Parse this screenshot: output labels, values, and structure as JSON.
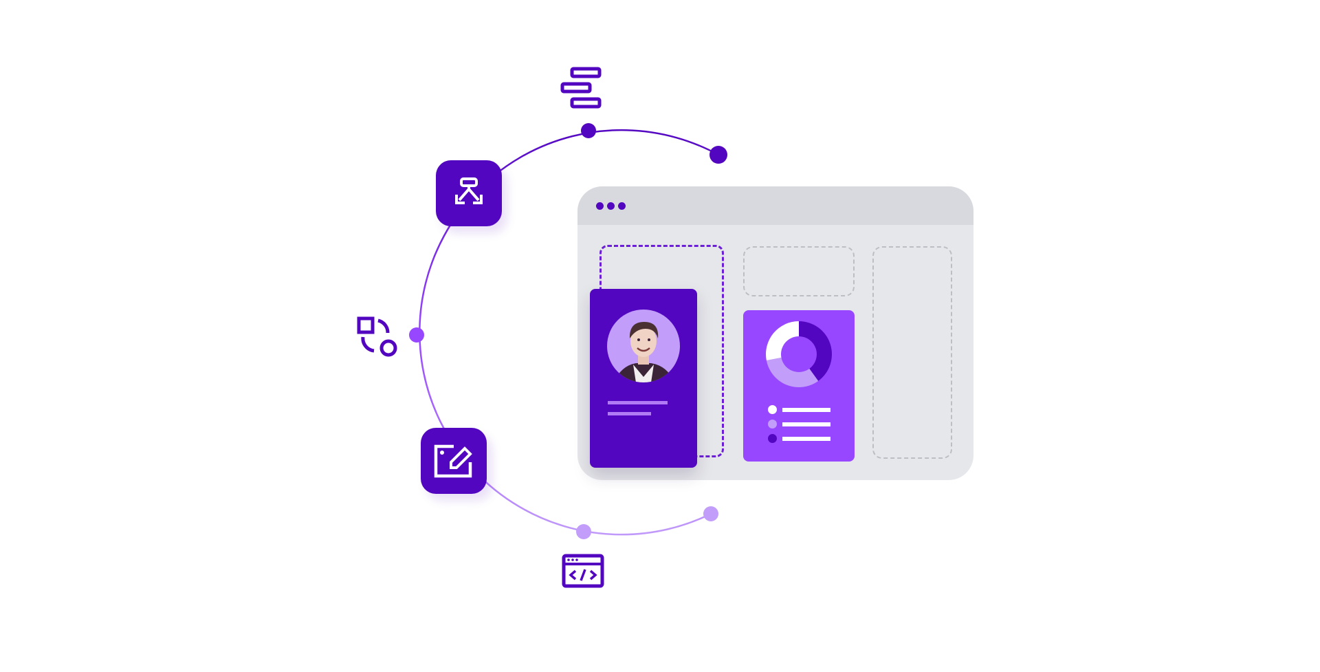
{
  "colors": {
    "dark_purple": "#5206BF",
    "mid_purple": "#9747FF",
    "light_purple": "#C29DFA",
    "window_body": "#E6E7EA",
    "window_titlebar": "#D8D9DE",
    "dashed_gray": "#BDBDC4",
    "white": "#FFFFFF"
  },
  "arc_nodes": [
    {
      "name": "hierarchy-node",
      "icon": "hierarchy-icon",
      "style": "filled-box"
    },
    {
      "name": "bars-node",
      "icon": "align-bars-icon",
      "style": "outline"
    },
    {
      "name": "shapes-node",
      "icon": "shapes-icon",
      "style": "outline"
    },
    {
      "name": "edit-node",
      "icon": "edit-icon",
      "style": "filled-box"
    },
    {
      "name": "code-window-node",
      "icon": "code-window-icon",
      "style": "outline"
    }
  ],
  "window": {
    "titlebar_dots": 3,
    "profile_card": {
      "avatar": "person-photo",
      "text_lines": 2
    },
    "chart_card": {
      "donut_segments": [
        {
          "color": "#5206BF",
          "fraction": 0.4
        },
        {
          "color": "#C29DFA",
          "fraction": 0.32
        },
        {
          "color": "#FFFFFF",
          "fraction": 0.28
        }
      ],
      "legend_items": 3
    },
    "placeholders": 3
  }
}
